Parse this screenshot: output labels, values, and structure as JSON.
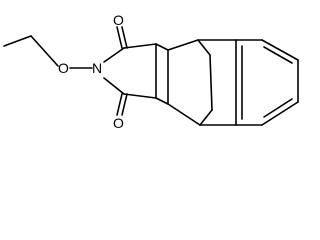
{
  "molecule": {
    "atoms": {
      "oxygen_top": "O",
      "oxygen_bottom": "O",
      "oxygen_ether": "O",
      "nitrogen": "N"
    }
  },
  "colors": {
    "bond": "#000000",
    "label": "#000000",
    "background": "#ffffff"
  }
}
